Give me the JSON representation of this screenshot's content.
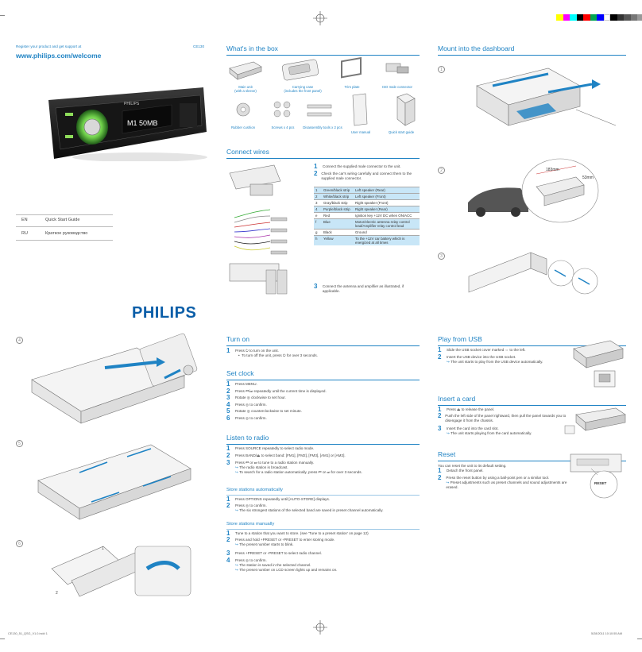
{
  "left": {
    "register_text": "Register your product and get support at",
    "model": "CE130",
    "url": "www.philips.com/welcome",
    "languages": [
      {
        "code": "EN",
        "name": "Quick Start Guide"
      },
      {
        "code": "RU",
        "name": "Краткое руководство"
      }
    ],
    "logo": "PHILIPS"
  },
  "whats_in_box": {
    "title": "What's in the box",
    "items": [
      "Main unit\n(with a sleeve)",
      "Carrying case\n(includes the front panel)",
      "Trim plate",
      "ISO male connector",
      "Rubber cushion",
      "Screws x 4 pcs",
      "Disassembly tools x 2 pcs",
      "User manual",
      "Quick start guide"
    ]
  },
  "connect": {
    "title": "Connect wires",
    "step1": "Connect the supplied male connector to the unit.",
    "step2": "Check the car's wiring carefully and connect them to the supplied male connector.",
    "rows": [
      {
        "k": "1",
        "c": "Green/black strip",
        "d": "Left speaker (Rear)",
        "hl": true
      },
      {
        "k": "2",
        "c": "White/black strip",
        "d": "Left speaker (Front)",
        "hl": true
      },
      {
        "k": "3",
        "c": "Gray/black strip",
        "d": "Right speaker (Front)",
        "hl": false
      },
      {
        "k": "4",
        "c": "Purple/black strip",
        "d": "Right speaker (Rear)",
        "hl": true
      },
      {
        "k": "e",
        "c": "Red",
        "d": "Ignition key +12V DC when ON/ACC",
        "hl": false
      },
      {
        "k": "f",
        "c": "Blue",
        "d": "Motor/electric antenna relay control lead/Amplifier relay control lead",
        "hl": true
      },
      {
        "k": "g",
        "c": "Black",
        "d": "Ground",
        "hl": false
      },
      {
        "k": "h",
        "c": "Yellow",
        "d": "To the +12V car battery which is energized at all times",
        "hl": true
      }
    ],
    "step3": "Connect the antenna and amplifier as illustrated, if applicable."
  },
  "mount": {
    "title": "Mount into the dashboard",
    "dim1": "183mm",
    "dim2": "53mm",
    "nums": [
      "1",
      "2",
      "3",
      "4",
      "5",
      "6"
    ]
  },
  "turn_on": {
    "title": "Turn on",
    "step1": "Press ⏻ to turn on the unit.",
    "bullet": "To turn off the unit, press ⏻ for over 3 seconds."
  },
  "set_clock": {
    "title": "Set clock",
    "steps": [
      "Press MENU.",
      "Press ⏮/⏭ repeatedly until the current time is displayed.",
      "Rotate ◎ clockwise to set hour.",
      "Press ◎ to confirm.",
      "Rotate ◎ counterclockwise to set minute.",
      "Press ◎ to confirm."
    ]
  },
  "radio": {
    "title": "Listen to radio",
    "step1": "Press SOURCE repeatedly to select radio mode.",
    "step2": "Press BAND/⏏ to select band: [FM1], [FM2], [FM3], [AM1] or [AM2].",
    "step3": "Press ⏮ or ⏭ to tune to a radio station manually.",
    "s3a": "The radio station is broadcast.",
    "s3b": "To search for a radio station automatically, press ⏮ or ⏭ for over 3 seconds.",
    "auto_title": "Store stations automatically",
    "a1": "Press OPTIONS repeatedly until [AUTO-STORE] displays.",
    "a2": "Press ◎ to confirm.",
    "a2b": "The six strongest stations of the selected band are saved in preset channel automatically.",
    "manual_title": "Store stations manually",
    "m1": "Tune to a station that you want to store. (see 'Tune to a preset station' on page 12)",
    "m2": "Press and hold +PRESET or -PRESET to enter storing mode.",
    "m2b": "The preset number starts to blink.",
    "m3": "Press +PRESET or -PRESET to select radio channel.",
    "m4": "Press ◎ to confirm.",
    "m4a": "The station is saved in the selected channel.",
    "m4b": "The preset number on LCD screen lights up and remains on."
  },
  "usb": {
    "title": "Play from USB",
    "step1": "Slide the USB socket cover marked ⇔ to the left.",
    "step2": "Insert the USB device into the USB socket.",
    "s2b": "The unit starts to play from the USB device automatically."
  },
  "card": {
    "title": "Insert a card",
    "step1": "Press ⏏ to release the panel.",
    "step2": "Push the left side of the panel rightward, then pull the panel towards you to disengage it from the chassis.",
    "step3": "Insert the card into the card slot.",
    "s3b": "The unit starts playing from the card automatically."
  },
  "reset": {
    "title": "Reset",
    "intro": "You can reset the unit to its default setting.",
    "step1": "Detach the front panel.",
    "step2": "Press the reset button by using a ball-point pen or a similar tool.",
    "s2b": "Preset adjustments such as preset channels and sound adjustments are erased.",
    "button_label": "RESET"
  },
  "footer": {
    "left": "CE130_51_QSG_V1.0.indd 1",
    "right": "5/28/2011 10:10:55 AM"
  },
  "radio_display": "M1 50MB",
  "colors": {
    "accent": "#1f83c4",
    "highlight": "#c8e6f7",
    "swatches": [
      "#ffff00",
      "#ff00ff",
      "#00ffff",
      "#000000",
      "#ff0000",
      "#00a651",
      "#0000ff",
      "#ffffff",
      "#000000",
      "#333333",
      "#555555",
      "#777777",
      "#999999",
      "#bbbbbb",
      "#dddddd",
      "#eeeeee"
    ]
  }
}
